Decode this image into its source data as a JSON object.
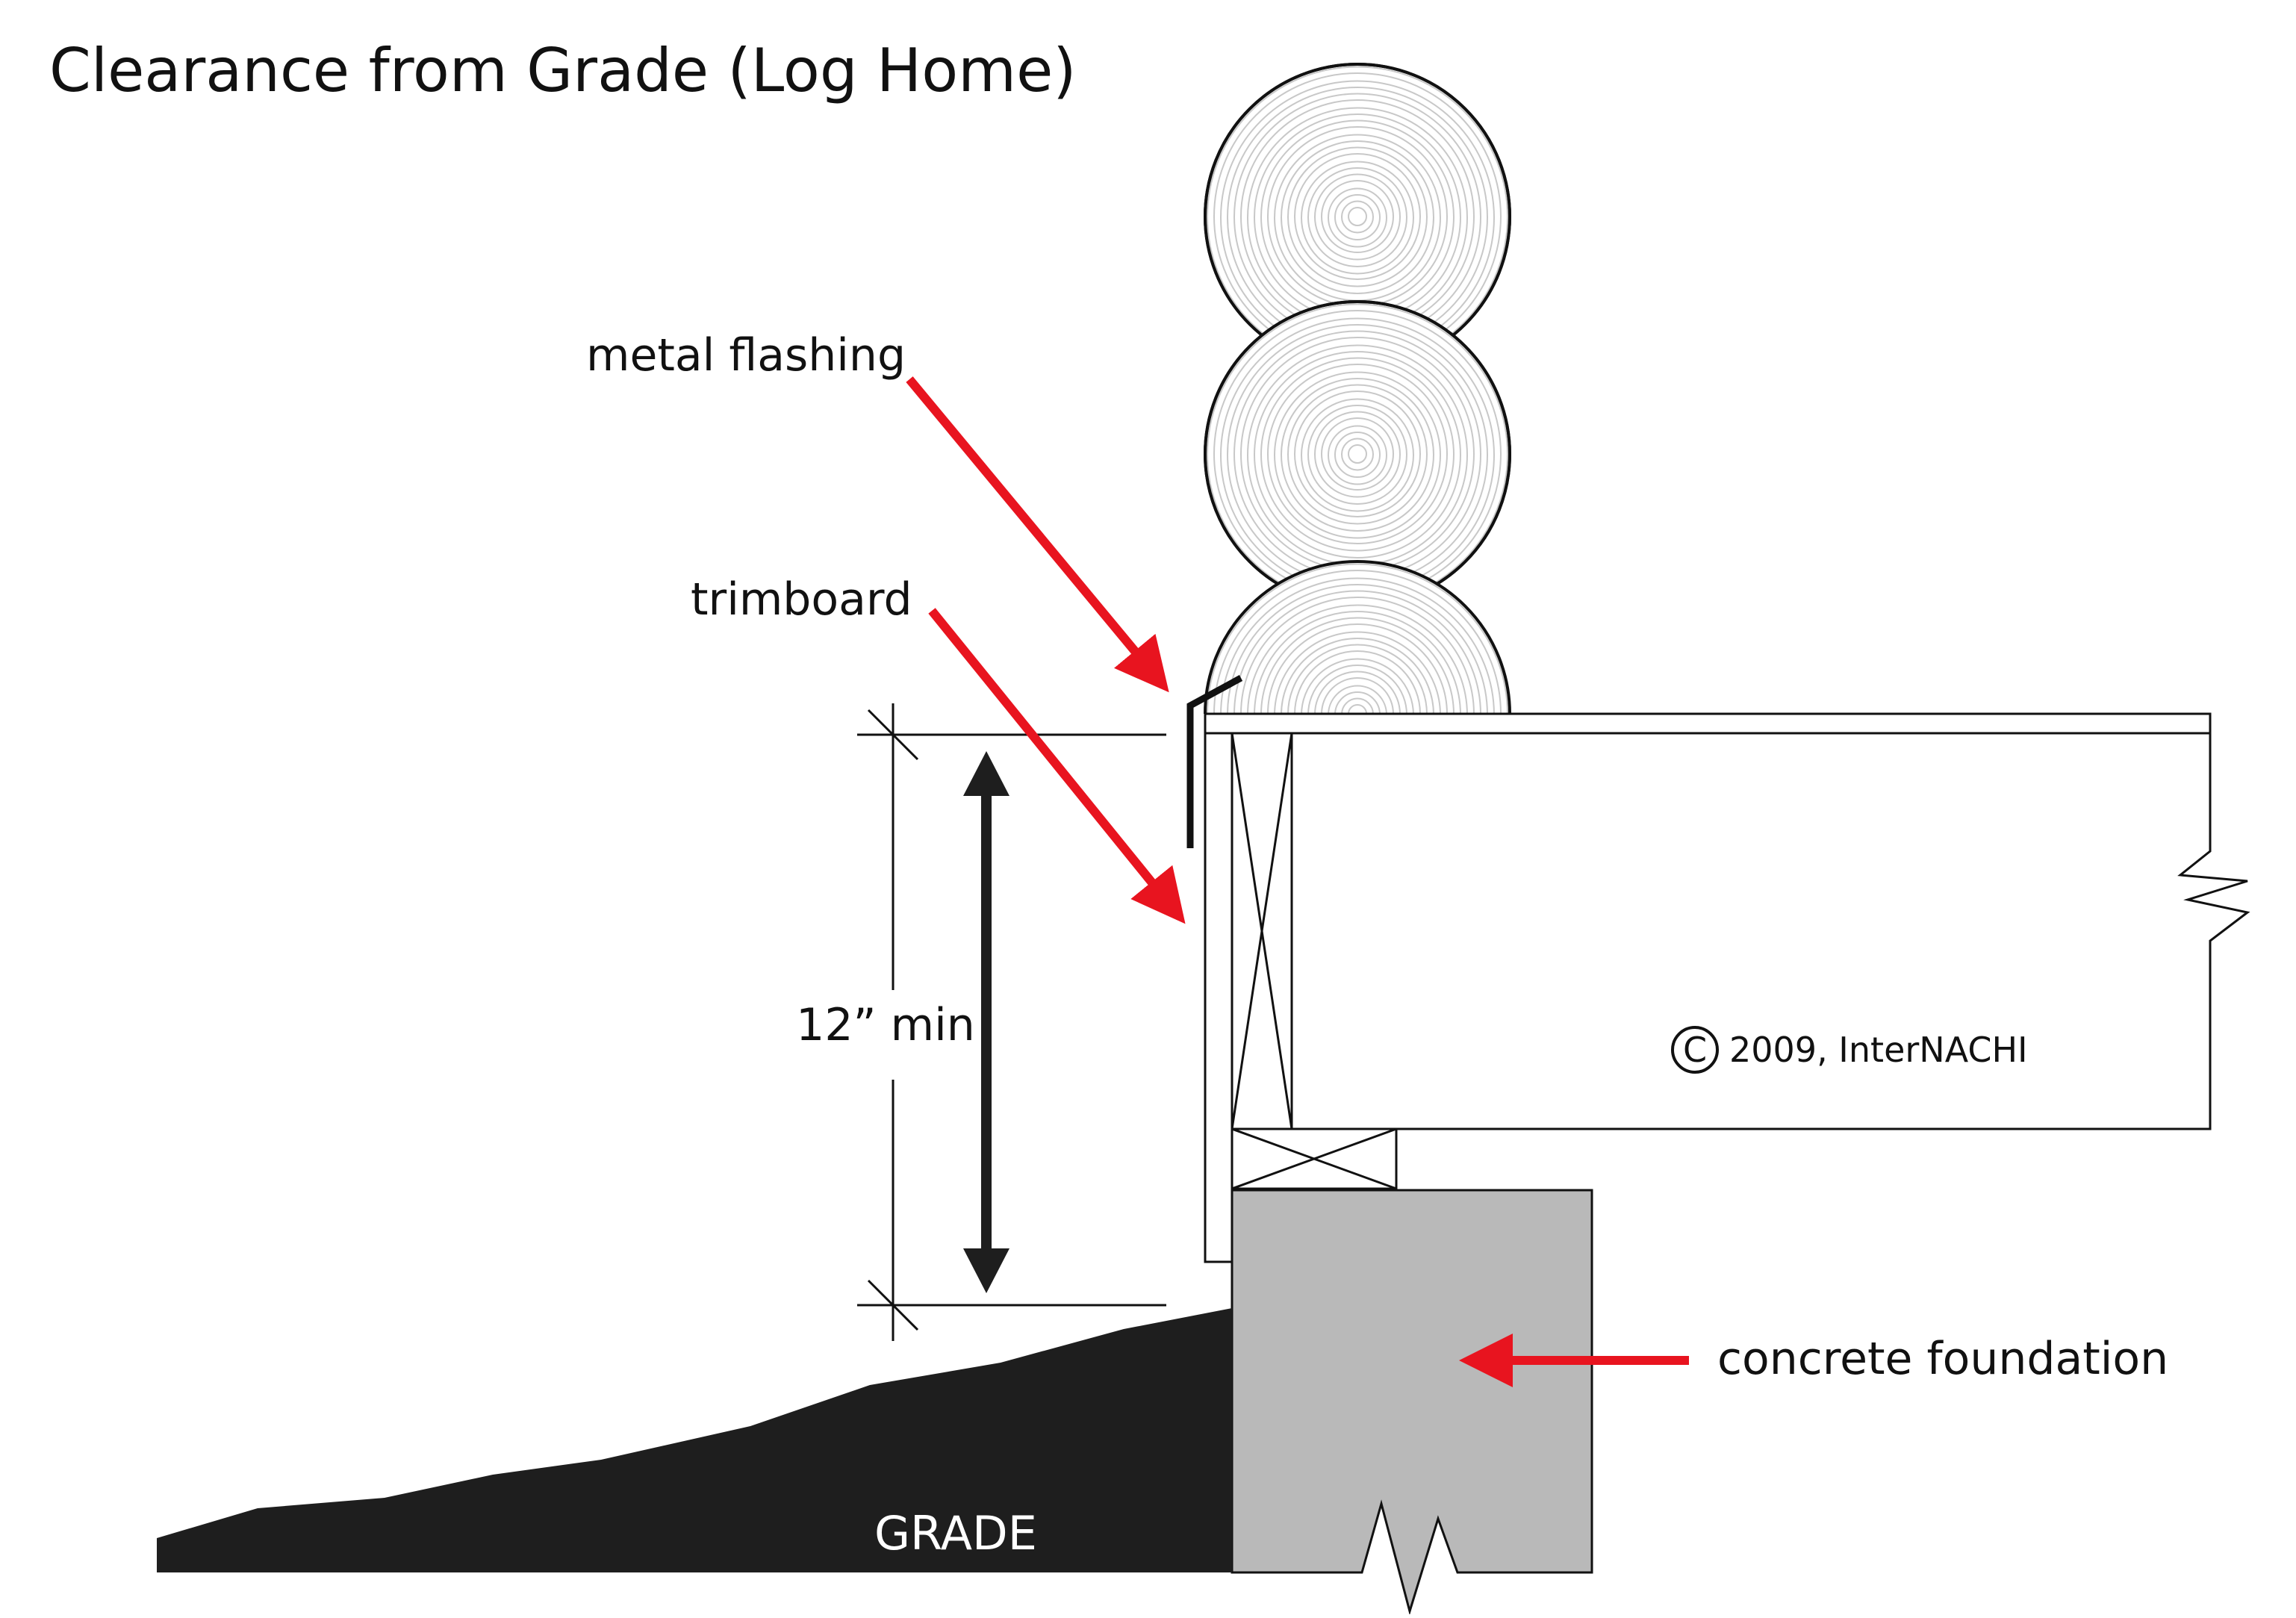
{
  "title": "Clearance from Grade (Log Home)",
  "labels": {
    "metal_flashing": "metal flashing",
    "trimboard": "trimboard",
    "clearance": "12” min",
    "concrete_foundation": "concrete foundation",
    "grade": "GRADE",
    "copyright": "2009, InterNACHI",
    "copyright_symbol": "C"
  },
  "colors": {
    "callout_arrow": "#e8141f",
    "grade_fill": "#1e1e1e",
    "foundation_fill": "#b9b9b9",
    "line": "#111111",
    "log_ring": "#c8c8c8"
  },
  "icons": {
    "copyright": "copyright-circle-icon"
  }
}
